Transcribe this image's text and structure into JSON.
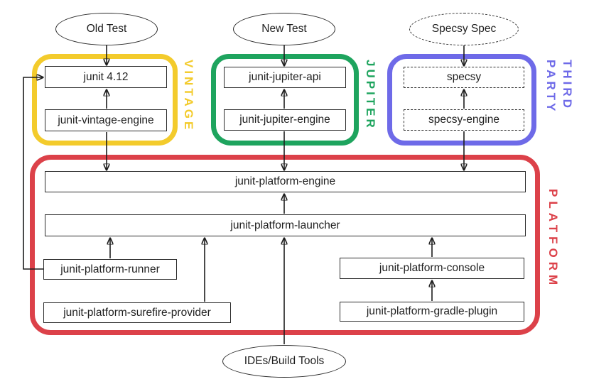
{
  "nodes": {
    "old_test": "Old Test",
    "new_test": "New Test",
    "specsy_spec": "Specsy Spec",
    "ides_build_tools": "IDEs/Build Tools",
    "junit_412": "junit 4.12",
    "junit_vintage_engine": "junit-vintage-engine",
    "junit_jupiter_api": "junit-jupiter-api",
    "junit_jupiter_engine": "junit-jupiter-engine",
    "specsy": "specsy",
    "specsy_engine": "specsy-engine",
    "junit_platform_engine": "junit-platform-engine",
    "junit_platform_launcher": "junit-platform-launcher",
    "junit_platform_runner": "junit-platform-runner",
    "junit_platform_console": "junit-platform-console",
    "junit_platform_surefire_provider": "junit-platform-surefire-provider",
    "junit_platform_gradle_plugin": "junit-platform-gradle-plugin"
  },
  "group_labels": {
    "vintage": "VINTAGE",
    "jupiter": "JUPITER",
    "third_party": "THIRD PARTY",
    "platform": "PLATFORM"
  },
  "colors": {
    "vintage": "#f3cb2c",
    "jupiter": "#1ea45e",
    "third_party": "#6e6ae8",
    "platform": "#dc4149",
    "line": "#1d1d1d"
  },
  "edges": [
    {
      "from": "Old Test",
      "to": "junit 4.12"
    },
    {
      "from": "New Test",
      "to": "junit-jupiter-api"
    },
    {
      "from": "Specsy Spec",
      "to": "specsy"
    },
    {
      "from": "junit-vintage-engine",
      "to": "junit 4.12"
    },
    {
      "from": "junit-jupiter-engine",
      "to": "junit-jupiter-api"
    },
    {
      "from": "specsy-engine",
      "to": "specsy"
    },
    {
      "from": "junit-vintage-engine",
      "to": "junit-platform-engine"
    },
    {
      "from": "junit-jupiter-engine",
      "to": "junit-platform-engine"
    },
    {
      "from": "specsy-engine",
      "to": "junit-platform-engine"
    },
    {
      "from": "junit-platform-launcher",
      "to": "junit-platform-engine"
    },
    {
      "from": "junit-platform-runner",
      "to": "junit-platform-launcher"
    },
    {
      "from": "junit-platform-runner",
      "to": "junit 4.12"
    },
    {
      "from": "junit-platform-surefire-provider",
      "to": "junit-platform-launcher"
    },
    {
      "from": "junit-platform-console",
      "to": "junit-platform-launcher"
    },
    {
      "from": "junit-platform-gradle-plugin",
      "to": "junit-platform-console"
    },
    {
      "from": "IDEs/Build Tools",
      "to": "junit-platform-launcher"
    }
  ]
}
